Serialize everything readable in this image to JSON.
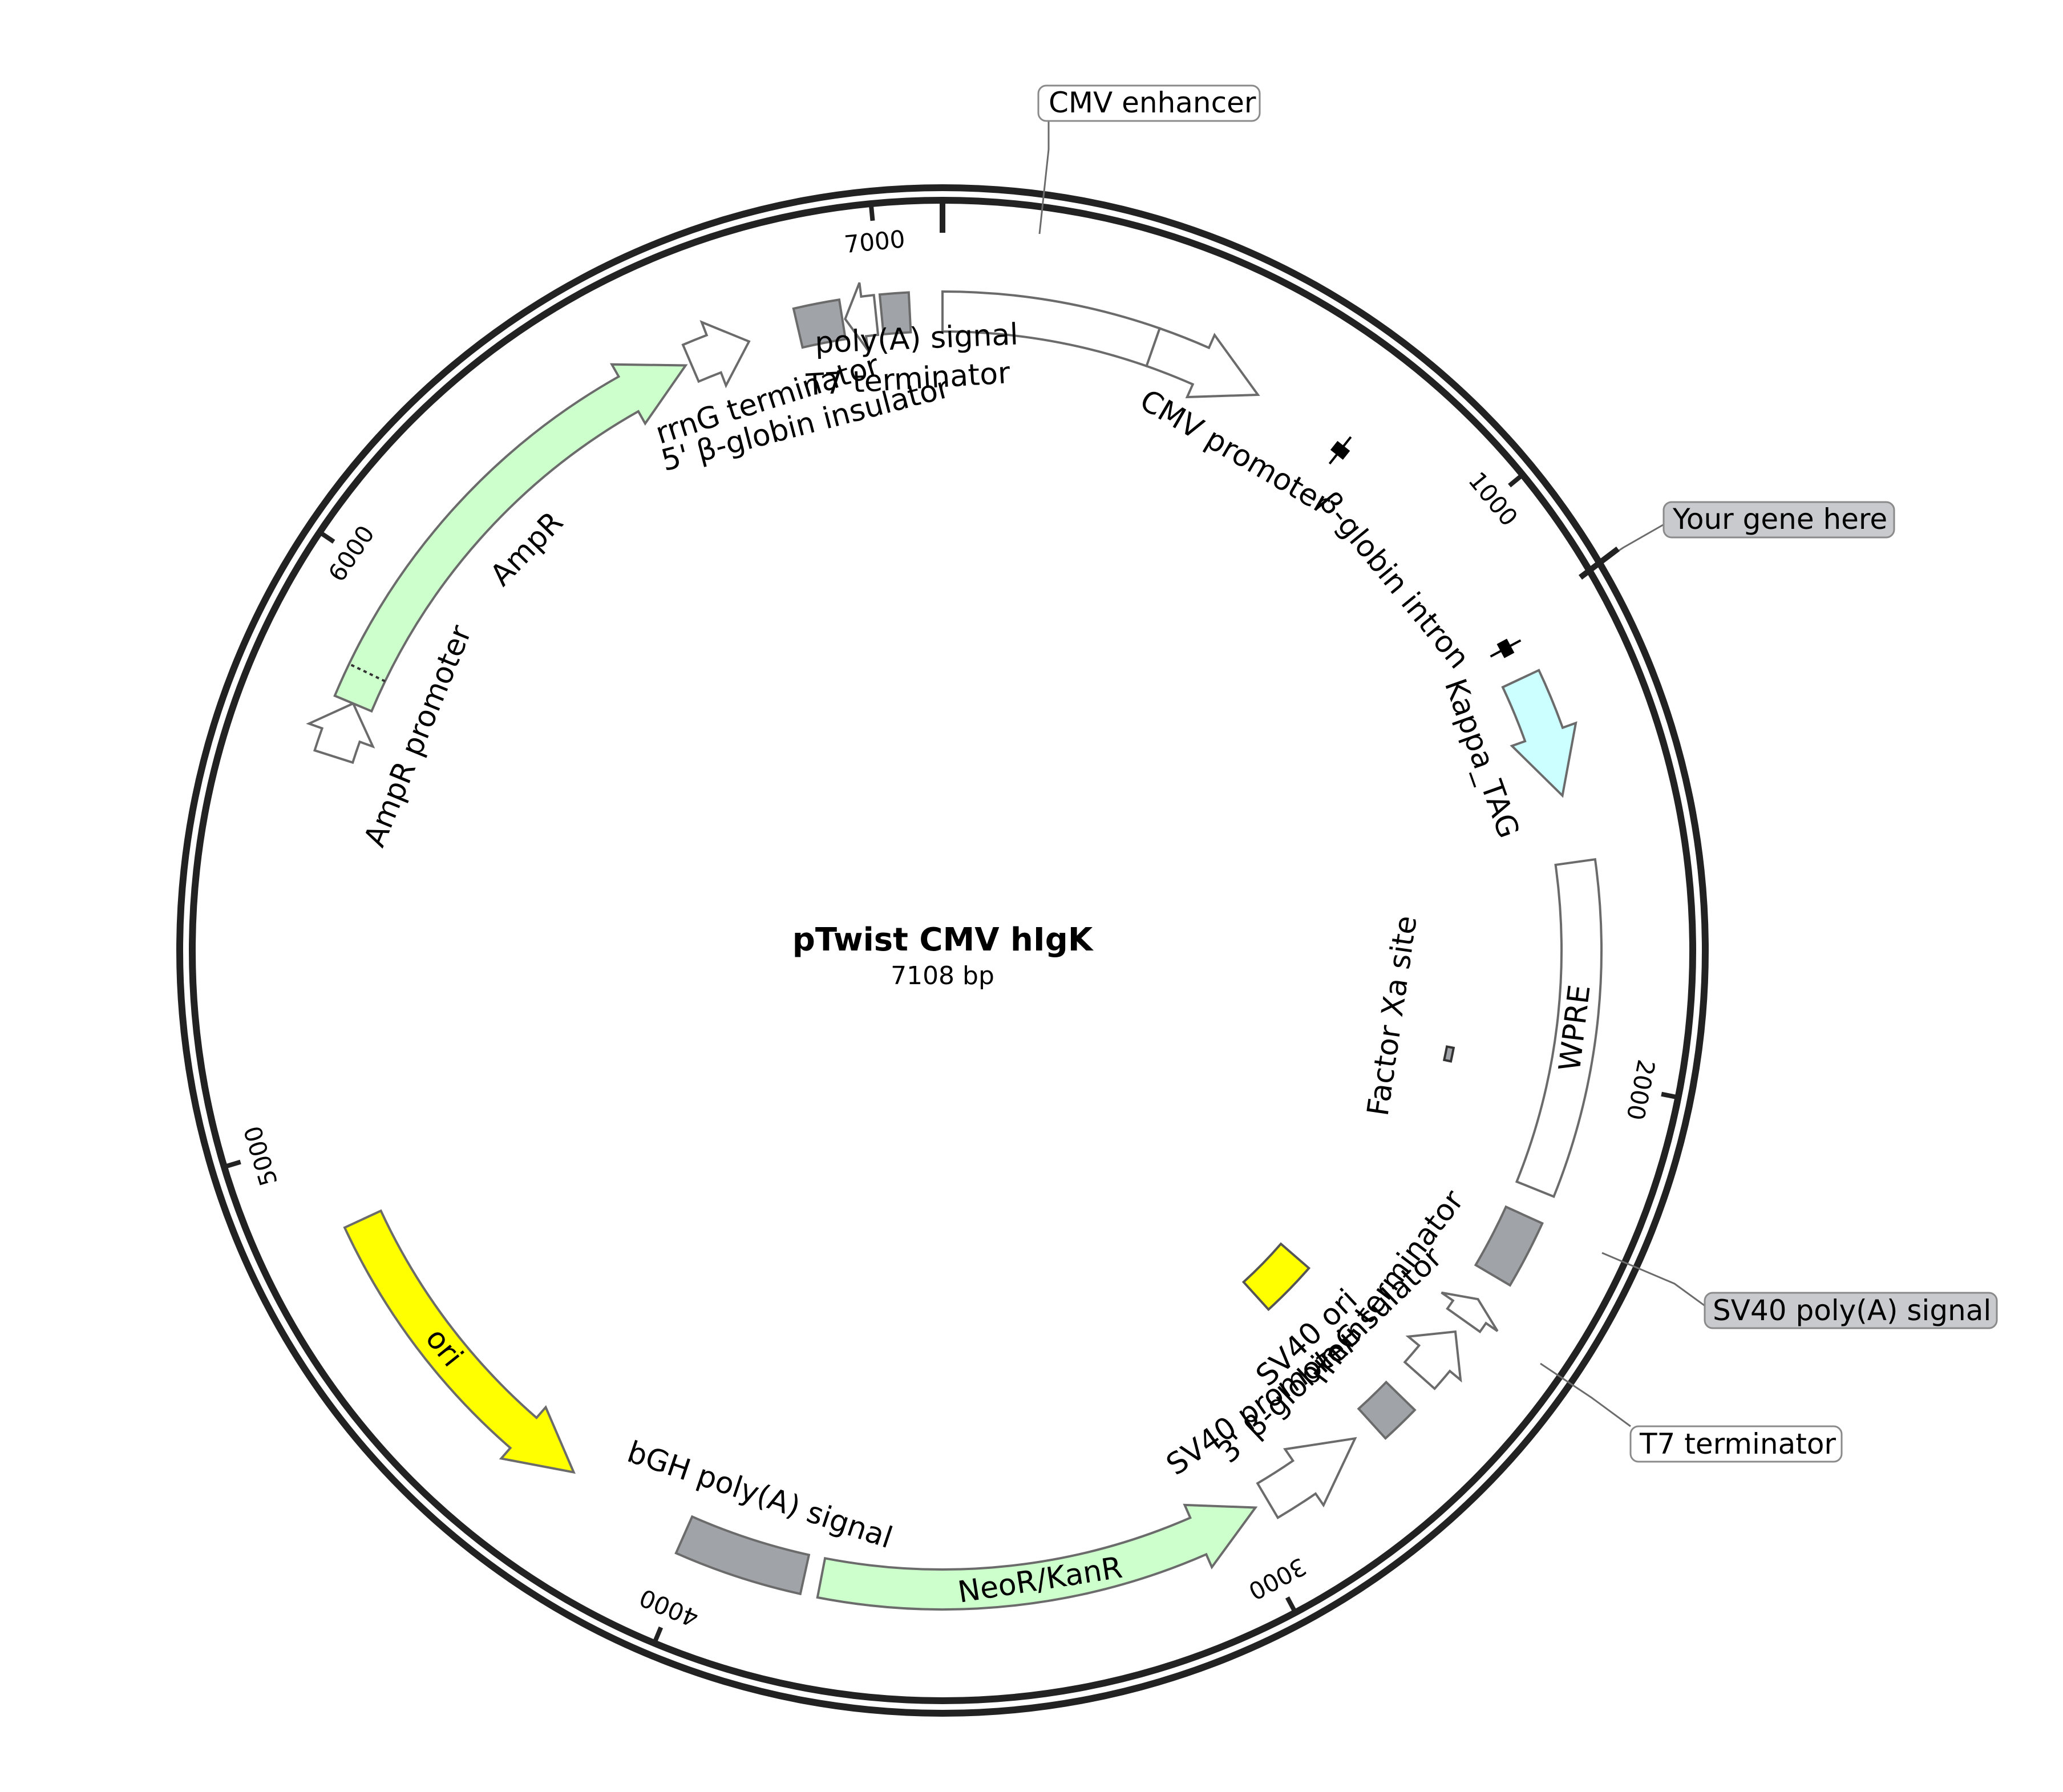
{
  "plasmid": {
    "name": "pTwist CMV hIgK",
    "size_label": "7108 bp",
    "length": 7108
  },
  "ticks": [
    {
      "pos": 1000,
      "label": "1000"
    },
    {
      "pos": 2000,
      "label": "2000"
    },
    {
      "pos": 3000,
      "label": "3000"
    },
    {
      "pos": 4000,
      "label": "4000"
    },
    {
      "pos": 5000,
      "label": "5000"
    },
    {
      "pos": 6000,
      "label": "6000"
    },
    {
      "pos": 7000,
      "label": "7000"
    }
  ],
  "features": [
    {
      "id": "cmv-enhancer",
      "label": "CMV enhancer",
      "start": 0,
      "end": 380,
      "type": "arrow-box",
      "dir": 1,
      "fill": "#ffffff"
    },
    {
      "id": "cmv-promoter",
      "label": "CMV promoter",
      "start": 380,
      "end": 584,
      "type": "arrow",
      "dir": 1,
      "fill": "#ffffff"
    },
    {
      "id": "beta-globin-intron",
      "label": "β-globin intron",
      "start": 760,
      "end": 1220,
      "type": "intron",
      "dir": 1,
      "fill": "#000000"
    },
    {
      "id": "kappa-tag",
      "label": "Kappa_TAG",
      "start": 1280,
      "end": 1500,
      "type": "arrow",
      "dir": 1,
      "fill": "#ccffff"
    },
    {
      "id": "wpre",
      "label": "WPRE",
      "start": 1620,
      "end": 2210,
      "type": "box",
      "dir": 0,
      "fill": "#ffffff"
    },
    {
      "id": "sv40-polya",
      "label": "SV40 poly(A) signal",
      "start": 2260,
      "end": 2380,
      "type": "box",
      "dir": 0,
      "fill": "#a0a4a8"
    },
    {
      "id": "t7-terminator-2",
      "label": "T7 terminator",
      "start": 2430,
      "end": 2475,
      "type": "arrow",
      "dir": -1,
      "fill": "#ffffff"
    },
    {
      "id": "rrng-terminator-2",
      "label": "rrnG terminator",
      "start": 2500,
      "end": 2600,
      "type": "arrow",
      "dir": -1,
      "fill": "#ffffff"
    },
    {
      "id": "beta-globin-insulator-3",
      "label": "3' β-globin insulator",
      "start": 2650,
      "end": 2720,
      "type": "box",
      "dir": 0,
      "fill": "#a0a4a8"
    },
    {
      "id": "sv40-promoter",
      "label": "SV40 promoter",
      "start": 2760,
      "end": 2950,
      "type": "arrow",
      "dir": -1,
      "fill": "#ffffff"
    },
    {
      "id": "neor-kanr",
      "label": "NeoR/KanR",
      "start": 2975,
      "end": 3770,
      "type": "arrow",
      "dir": -1,
      "fill": "#ccffcc"
    },
    {
      "id": "bgh-polya",
      "label": "bGH poly(A) signal",
      "start": 3800,
      "end": 4025,
      "type": "box",
      "dir": 0,
      "fill": "#a0a4a8"
    },
    {
      "id": "ori",
      "label": "ori",
      "start": 4250,
      "end": 4840,
      "type": "arrow",
      "dir": -1,
      "fill": "#ffff00"
    },
    {
      "id": "ampr-promoter",
      "label": "AmpR promoter",
      "start": 5680,
      "end": 5780,
      "type": "arrow",
      "dir": 1,
      "fill": "#ffffff"
    },
    {
      "id": "ampr",
      "label": "AmpR",
      "start": 5780,
      "end": 6640,
      "type": "arrow",
      "dir": 1,
      "fill": "#ccffcc"
    },
    {
      "id": "rrng-terminator-1",
      "label": "rrnG terminator",
      "start": 6650,
      "end": 6760,
      "type": "arrow",
      "dir": 1,
      "fill": "#ffffff"
    },
    {
      "id": "beta-globin-insulator-5",
      "label": "5' β-globin insulator",
      "start": 6850,
      "end": 6930,
      "type": "box",
      "dir": 0,
      "fill": "#a0a4a8"
    },
    {
      "id": "t7-terminator-1",
      "label": "T7 terminator",
      "start": 6935,
      "end": 6990,
      "type": "arrow",
      "dir": -1,
      "fill": "#ffffff"
    },
    {
      "id": "polya-signal",
      "label": "poly(A) signal",
      "start": 7000,
      "end": 7050,
      "type": "box",
      "dir": 0,
      "fill": "#a0a4a8"
    }
  ],
  "inner_features": [
    {
      "id": "sv40-ori",
      "label": "SV40 ori",
      "start": 2585,
      "end": 2720,
      "fill": "#ffff00"
    },
    {
      "id": "factor-xa-site",
      "label": "Factor Xa site",
      "start": 1990,
      "end": 2020,
      "fill": "#a0a4a8"
    }
  ],
  "callouts": [
    {
      "id": "callout-cmv-enhancer",
      "label": "CMV enhancer",
      "style": "plain"
    },
    {
      "id": "callout-your-gene",
      "label": "Your gene here",
      "style": "grey"
    },
    {
      "id": "callout-sv40-polya",
      "label": "SV40 poly(A) signal",
      "style": "grey"
    },
    {
      "id": "callout-t7-terminator",
      "label": "T7 terminator",
      "style": "plain"
    }
  ],
  "colors": {
    "backbone": "#222222",
    "outline": "#6b6b6b",
    "callout_grey": "#c8cacd"
  }
}
